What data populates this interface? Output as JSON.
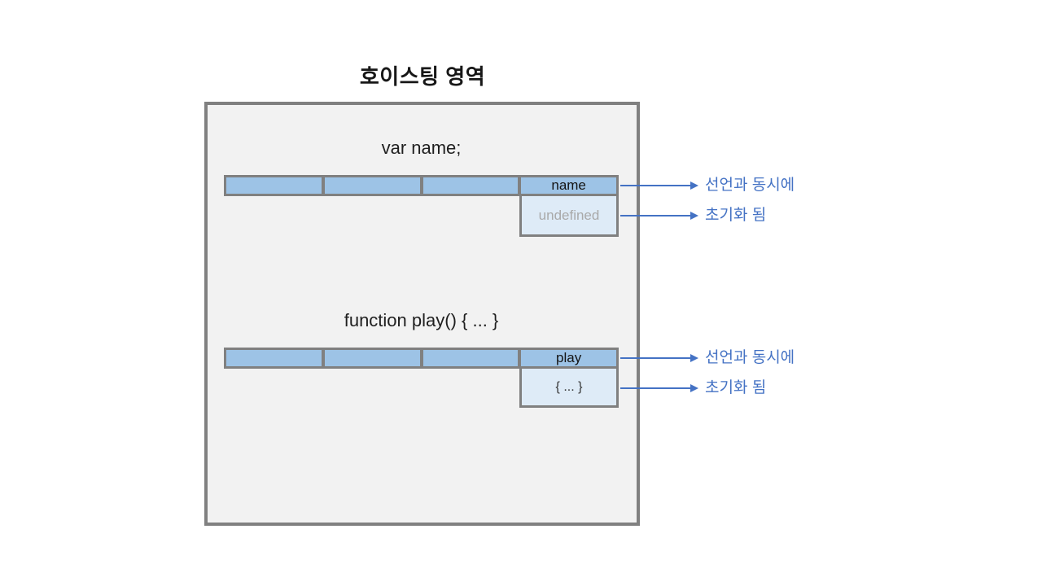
{
  "title": "호이스팅 영역",
  "colors": {
    "box_background": "#f2f2f2",
    "box_border": "#808080",
    "slot_fill": "#9dc3e6",
    "value_fill": "#deebf7",
    "accent_blue": "#4472c4",
    "muted_text": "#a9a9a9"
  },
  "sections": [
    {
      "code_label": "var name;",
      "slot_name": "name",
      "slot_value": "undefined",
      "annotations": [
        "선언과 동시에",
        "초기화 됨"
      ]
    },
    {
      "code_label": "function play() { ... }",
      "slot_name": "play",
      "slot_value": "{ ... }",
      "annotations": [
        "선언과 동시에",
        "초기화 됨"
      ]
    }
  ]
}
